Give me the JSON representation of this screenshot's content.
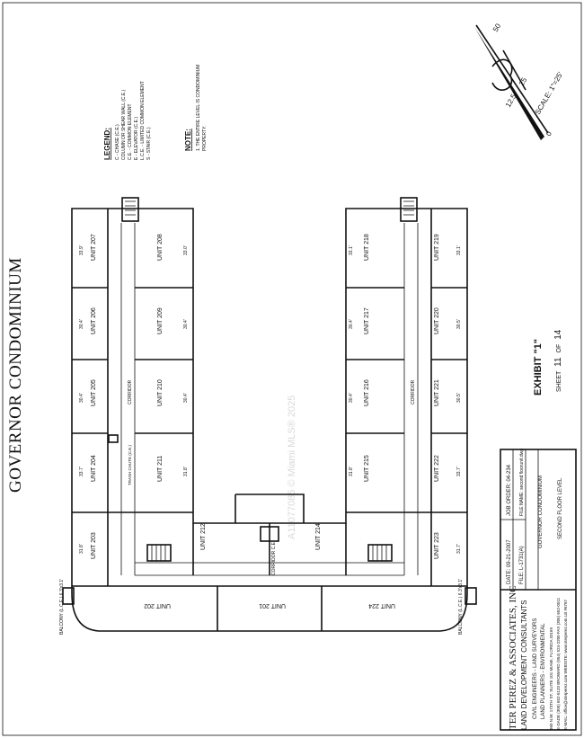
{
  "title": "GOVERNOR CONDOMINIUM",
  "watermark": "A11077085 © Miami MLS® 2025",
  "scale": {
    "label": "SCALE: 1\"=25'",
    "ticks": [
      "0",
      "12.5",
      "25",
      "50"
    ]
  },
  "legend": {
    "heading": "LEGEND:",
    "items": [
      "C - CHASE (C.E.)",
      "COLUMN OR SHEAR WALL (C.E.)",
      "C.E. - COMMON ELEMENT",
      "E - ELEVATOR (C.E.)",
      "L.C.E. - LIMITED COMMON ELEMENT",
      "S - STAIR (C.E.)"
    ]
  },
  "note": {
    "heading": "NOTE:",
    "lines": [
      "1. THE ENTIRE LEVEL IS CONDOMINIUM",
      "PROPERTY."
    ]
  },
  "units_left": [
    {
      "name": "UNIT 207",
      "dim": "33.9'"
    },
    {
      "name": "UNIT 206",
      "dim": "30.4'"
    },
    {
      "name": "UNIT 205",
      "dim": "30.4'"
    },
    {
      "name": "UNIT 204",
      "dim": "33.7'"
    },
    {
      "name": "UNIT 203",
      "dim": "31.8'"
    }
  ],
  "units_leftinner": [
    {
      "name": "UNIT 208",
      "dim": "33.0'"
    },
    {
      "name": "UNIT 209",
      "dim": "30.4'"
    },
    {
      "name": "UNIT 210",
      "dim": "30.4'"
    },
    {
      "name": "UNIT 211",
      "dim": "31.8'"
    }
  ],
  "units_rightinner": [
    {
      "name": "UNIT 218",
      "dim": "33.1'"
    },
    {
      "name": "UNIT 217",
      "dim": "30.4'"
    },
    {
      "name": "UNIT 216",
      "dim": "30.4'"
    },
    {
      "name": "UNIT 215",
      "dim": "31.8'"
    }
  ],
  "units_right": [
    {
      "name": "UNIT 219",
      "dim": "33.1'"
    },
    {
      "name": "UNIT 220",
      "dim": "30.5'"
    },
    {
      "name": "UNIT 221",
      "dim": "30.5'"
    },
    {
      "name": "UNIT 222",
      "dim": "33.7'"
    },
    {
      "name": "UNIT 223",
      "dim": "31.7'"
    }
  ],
  "units_bottom": [
    "UNIT 202",
    "UNIT 201",
    "UNIT 224",
    "UNIT 212",
    "UNIT 214"
  ],
  "corridor_labels": [
    "CORRIDOR",
    "CORRIDOR",
    "CORRIDOR C.E."
  ],
  "trash": "TRASH CHUTE (C.E.)",
  "balconies": [
    "BALCONY (L.C.E.) 6.3'x3.1'",
    "BALCONY (L.C.E.) 6.3'x3.1'"
  ],
  "exhibit": "EXHIBIT \"1\"",
  "sheet": {
    "label": "SHEET",
    "num": "11",
    "of": "OF",
    "total": "14"
  },
  "titleblock": {
    "date": "DATE: 09-21-2007",
    "job": "JOB ORDER: 04-234",
    "file": "FILE: L-1731(A)",
    "filename": "FILE NAME: second floorunit.dwg",
    "project": "GOVERNOR CONDOMINIUM",
    "level": "SECOND FLOOR LEVEL"
  },
  "firm": {
    "name": "TER PEREZ & ASSOCIATES, INC",
    "sub": "LAND DEVELOPMENT CONSULTANTS",
    "l1": "CIVIL ENGINEERS - LAND SURVEYORS",
    "l2": "LAND PLANNERS - ENVIRONMENTAL",
    "l3": "960 N.W. 173TH ST. SUITE 101 MIAMI, FLORIDA 33169",
    "l4": "E-DADE (305) 652-5133 BROWARD (954) 524-2200 FAX (305) 652-0511",
    "l5": "E-MAIL: office@sterperez.com WEBSITE: www.sterperez.com LB #6787"
  }
}
